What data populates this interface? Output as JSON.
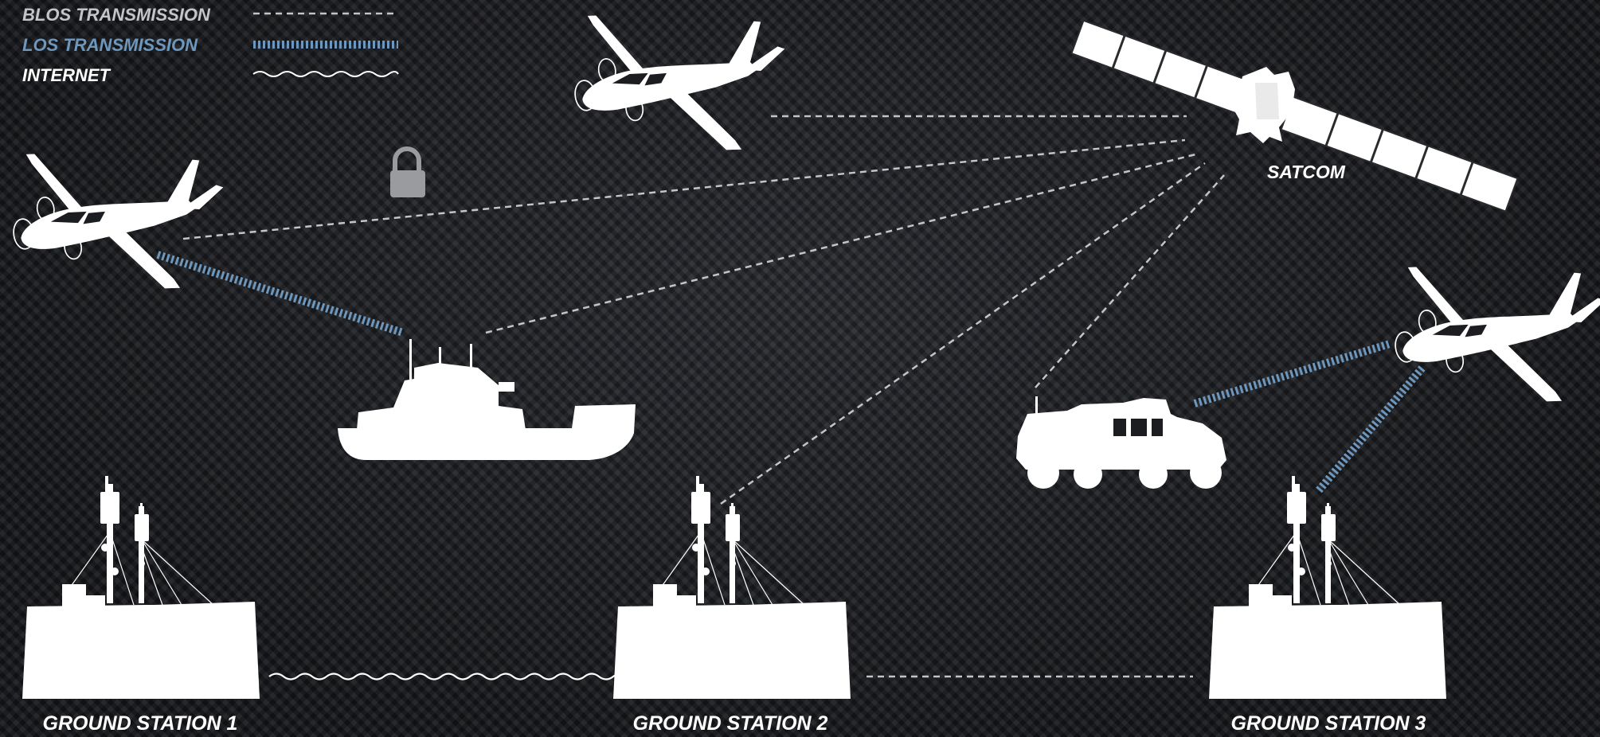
{
  "legend": {
    "blos": {
      "label": "BLOS TRANSMISSION",
      "color": "#c4c5c8"
    },
    "los": {
      "label": "LOS TRANSMISSION",
      "color": "#6d97bd"
    },
    "internet": {
      "label": "INTERNET",
      "color": "#ffffff"
    }
  },
  "nodes": {
    "satellite": {
      "label": "SATCOM",
      "icon": "satellite-icon"
    },
    "ground_station_1": {
      "label": "GROUND STATION 1",
      "icon": "cell-tower-icon"
    },
    "ground_station_2": {
      "label": "GROUND STATION 2",
      "icon": "cell-tower-icon"
    },
    "ground_station_3": {
      "label": "GROUND STATION 3",
      "icon": "cell-tower-icon"
    },
    "aircraft_top": {
      "icon": "aircraft-icon"
    },
    "aircraft_left": {
      "icon": "aircraft-icon"
    },
    "aircraft_right": {
      "icon": "aircraft-icon"
    },
    "ship": {
      "icon": "ship-icon"
    },
    "vehicle": {
      "icon": "military-vehicle-icon"
    },
    "lock": {
      "icon": "lock-icon"
    }
  },
  "colors": {
    "blos": "#c4c5c8",
    "los": "#6d97bd",
    "internet": "#ffffff",
    "silhouette": "#ffffff",
    "lock": "#9a9b9e"
  }
}
